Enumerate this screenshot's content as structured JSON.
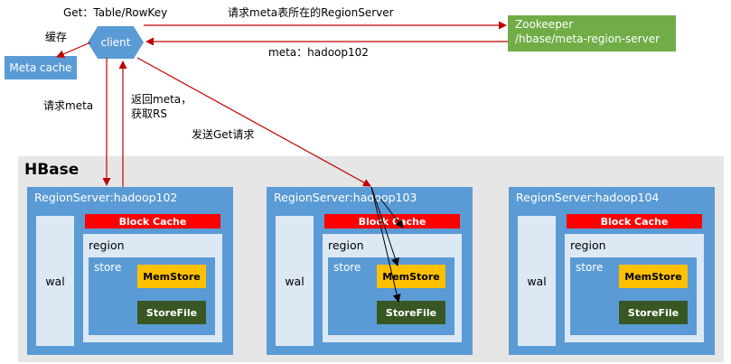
{
  "labels": {
    "get_key": "Get：Table/RowKey",
    "request_meta_rs": "请求meta表所在的RegionServer",
    "meta_reply": "meta：hadoop102",
    "cache": "缓存",
    "request_meta": "请求meta",
    "return_meta_line1": "返回meta，",
    "return_meta_line2": "获取RS",
    "send_get": "发送Get请求"
  },
  "client": {
    "label": "client"
  },
  "meta_cache": {
    "label": "Meta cache"
  },
  "zookeeper": {
    "line1": "Zookeeper",
    "line2": "/hbase/meta-region-server"
  },
  "hbase": {
    "title": "HBase"
  },
  "region_servers": [
    {
      "name": "RegionServer:hadoop102",
      "wal": "wal",
      "block_cache": "Block Cache",
      "region": "region",
      "store": "store",
      "memstore": "MemStore",
      "storefile": "StoreFile"
    },
    {
      "name": "RegionServer:hadoop103",
      "wal": "wal",
      "block_cache": "Block Cache",
      "region": "region",
      "store": "store",
      "memstore": "MemStore",
      "storefile": "StoreFile"
    },
    {
      "name": "RegionServer:hadoop104",
      "wal": "wal",
      "block_cache": "Block Cache",
      "region": "region",
      "store": "store",
      "memstore": "MemStore",
      "storefile": "StoreFile"
    }
  ],
  "colors": {
    "node_blue": "#5b9bd5",
    "light_panel": "#dde8f5",
    "zookeeper_green": "#70ad47",
    "block_cache_red": "#ff0000",
    "memstore_yellow": "#ffc000",
    "storefile_green": "#385723",
    "arrow_red": "#c00000",
    "hbase_bg": "#e6e6e6"
  }
}
